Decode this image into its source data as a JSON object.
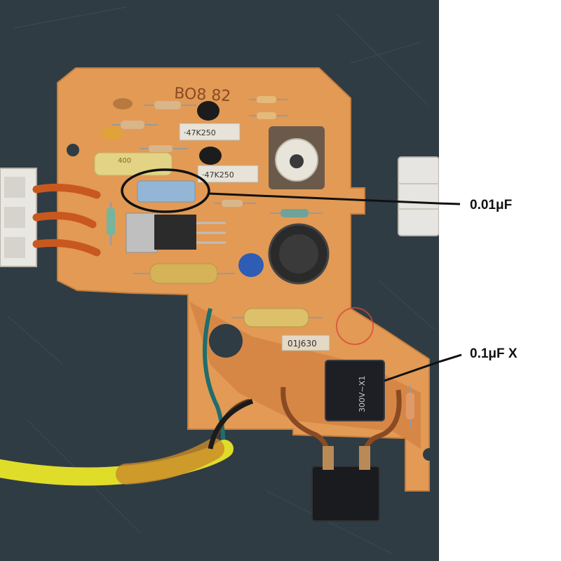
{
  "photo": {
    "board_marking": "BO8 82",
    "resistor_top_marking": "·47K250",
    "resistor_mid_marking": "·47K250",
    "yellow_cap_marking": "400",
    "bottom_part_marking": "01J630",
    "x_cap_marking": "300V~X1",
    "colors": {
      "mat": "#2f3c44",
      "board": "#e29a55",
      "blue_cap": "#93b6d6",
      "x_cap": "#1d1f24",
      "yellow_wire": "#e0dc2a",
      "annotation": "#111111"
    }
  },
  "annotations": [
    {
      "label": "0.01μF"
    },
    {
      "label": "0.1μF X"
    }
  ]
}
